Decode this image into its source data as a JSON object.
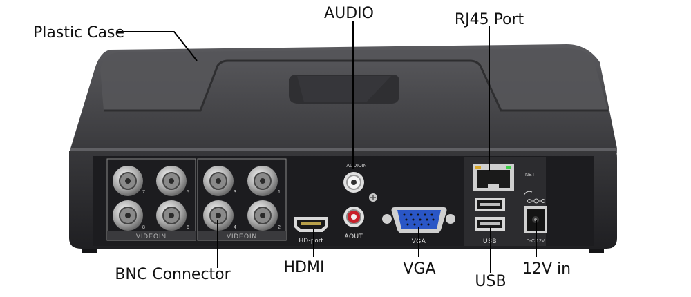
{
  "callouts": {
    "plastic_case": "Plastic Case",
    "audio": "AUDIO",
    "rj45": "RJ45 Port",
    "bnc": "BNC Connector",
    "hdmi": "HDMI",
    "vga": "VGA",
    "usb": "USB",
    "power": "12V in"
  },
  "panel": {
    "videoin_left": "VIDEOIN",
    "videoin_right": "VIDEOIN",
    "bnc_numbers": [
      "7",
      "5",
      "3",
      "1",
      "8",
      "6",
      "4",
      "2"
    ],
    "audioin": "AUDIOIN",
    "aout": "AOUT",
    "hd_port": "HD-port",
    "vga": "VGA",
    "usb": "USB",
    "net": "NET",
    "dc12v": "D-C 12V"
  },
  "colors": {
    "case_top": "#4a4a4d",
    "case_front": "#2b2b2e",
    "vga_port": "#2a56c6",
    "audio_red": "#c8202a"
  }
}
